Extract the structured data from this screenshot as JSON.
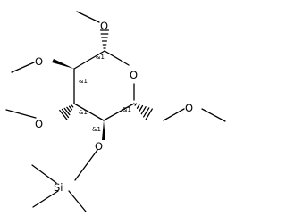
{
  "molecule": {
    "atoms": {
      "ring_oxygen": "O",
      "c1_oxygen": "O",
      "c2_oxygen": "O",
      "c3_oxygen": "O",
      "c4_oxygen": "O",
      "c6_oxygen": "O",
      "silicon": "Si"
    },
    "stereocenters": {
      "c1": "&1",
      "c2": "&1",
      "c3": "&1",
      "c4": "&1",
      "c5": "&1"
    }
  }
}
